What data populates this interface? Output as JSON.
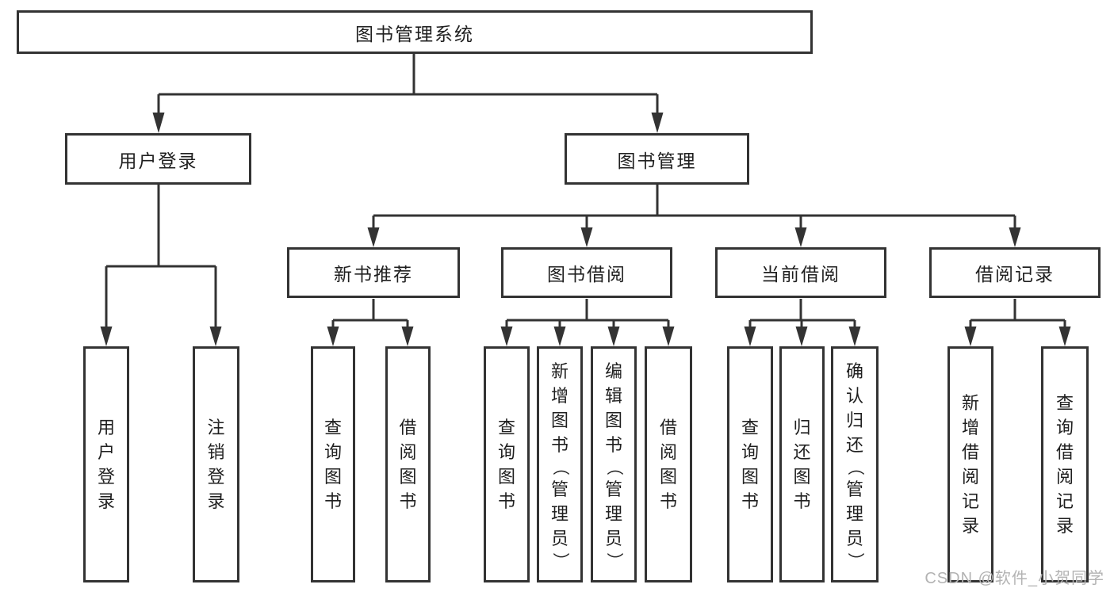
{
  "nodes": {
    "root": "图书管理系统",
    "level2": [
      {
        "label": "用户登录",
        "children": [
          "用户登录",
          "注销登录"
        ]
      },
      {
        "label": "图书管理"
      }
    ],
    "branches": [
      {
        "label": "新书推荐",
        "children": [
          "查询图书",
          "借阅图书"
        ]
      },
      {
        "label": "图书借阅",
        "children": [
          "查询图书",
          "新增图书（管理员）",
          "编辑图书（管理员）",
          "借阅图书"
        ]
      },
      {
        "label": "当前借阅",
        "children": [
          "查询图书",
          "归还图书",
          "确认归还（管理员）"
        ]
      },
      {
        "label": "借阅记录",
        "children": [
          "新增借阅记录",
          "查询借阅记录"
        ]
      }
    ]
  },
  "watermark": "CSDN @软件_小贺同学",
  "colors": {
    "line": "#333333",
    "text": "#1f1f1f",
    "watermark": "#b3b3b3",
    "background": "#ffffff"
  }
}
